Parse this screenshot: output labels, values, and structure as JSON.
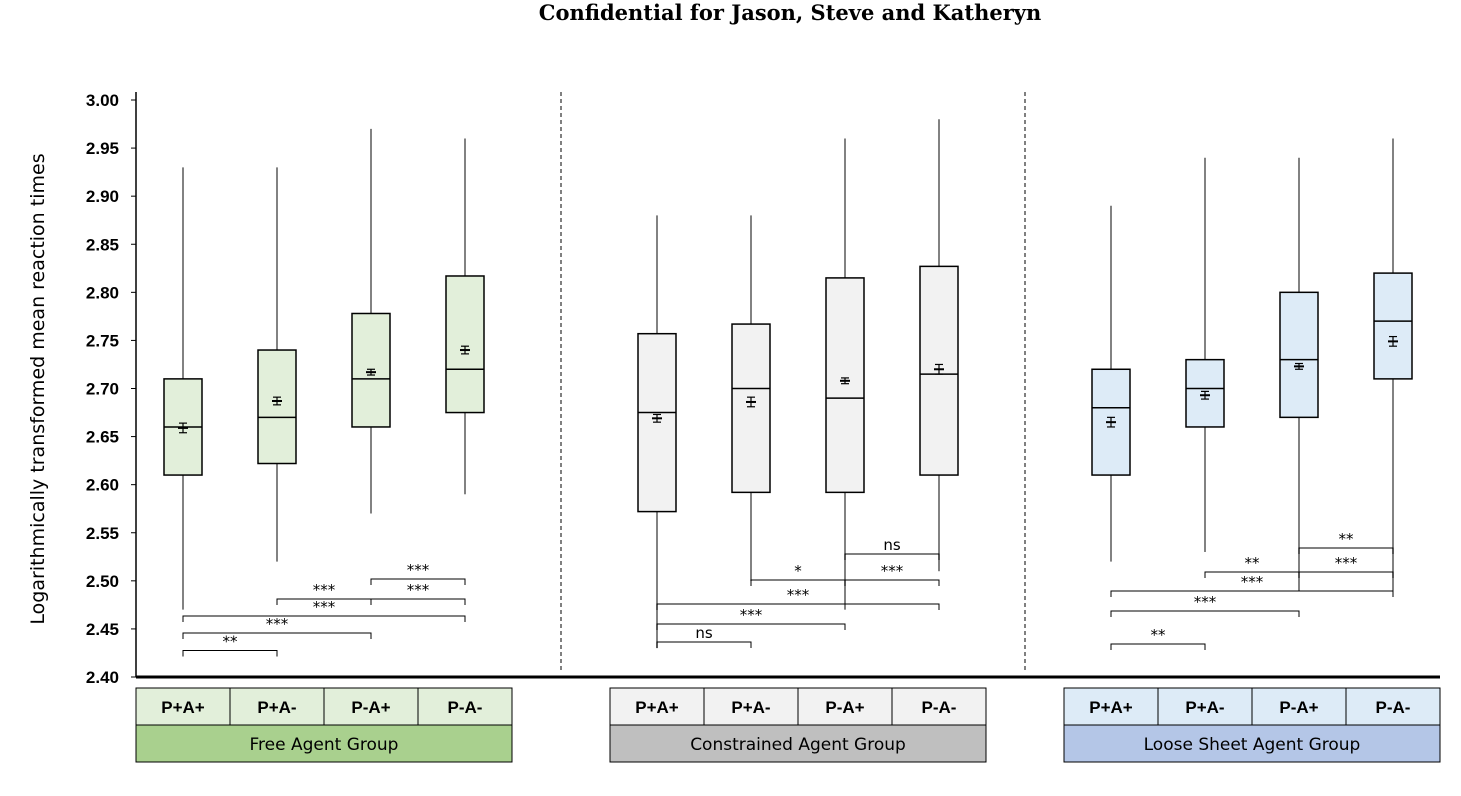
{
  "chart_data": {
    "type": "boxplot",
    "title": "Confidential for Jason, Steve and Katheryn",
    "ylabel": "Logarithmically transformed mean reaction times",
    "ylim": [
      2.4,
      3.0
    ],
    "yticks": [
      "2.40",
      "2.45",
      "2.50",
      "2.55",
      "2.60",
      "2.65",
      "2.70",
      "2.75",
      "2.80",
      "2.85",
      "2.90",
      "2.95",
      "3.00"
    ],
    "grid": false,
    "groups": [
      {
        "name": "Free Agent Group",
        "fill": "#e2efda",
        "label_fill": "#a9d08e",
        "conditions": [
          {
            "label": "P+A+",
            "min": 2.47,
            "q1": 2.61,
            "median": 2.66,
            "q3": 2.71,
            "max": 2.93,
            "mean": 2.659,
            "mean_err": 0.005
          },
          {
            "label": "P+A-",
            "min": 2.52,
            "q1": 2.622,
            "median": 2.67,
            "q3": 2.74,
            "max": 2.93,
            "mean": 2.687,
            "mean_err": 0.004
          },
          {
            "label": "P-A+",
            "min": 2.57,
            "q1": 2.66,
            "median": 2.71,
            "q3": 2.778,
            "max": 2.97,
            "mean": 2.717,
            "mean_err": 0.003
          },
          {
            "label": "P-A-",
            "min": 2.59,
            "q1": 2.675,
            "median": 2.72,
            "q3": 2.817,
            "max": 2.96,
            "mean": 2.74,
            "mean_err": 0.004
          }
        ],
        "comparisons": [
          {
            "from": 0,
            "to": 1,
            "text": "**",
            "level": 145.5
          },
          {
            "from": 0,
            "to": 2,
            "text": "***",
            "level": 163
          },
          {
            "from": 0,
            "to": 3,
            "text": "***",
            "level": 180
          },
          {
            "from": 1,
            "to": 2,
            "text": "***",
            "level": 197
          },
          {
            "from": 2,
            "to": 3,
            "text": "***",
            "level": 197
          },
          {
            "from": 2,
            "to": 3,
            "text": "***",
            "level": 217
          }
        ]
      },
      {
        "name": "Constrained Agent Group",
        "fill": "#f2f2f2",
        "label_fill": "#bfbfbf",
        "conditions": [
          {
            "label": "P+A+",
            "min": 2.43,
            "q1": 2.572,
            "median": 2.675,
            "q3": 2.757,
            "max": 2.88,
            "mean": 2.669,
            "mean_err": 0.004
          },
          {
            "label": "P+A-",
            "min": 2.5,
            "q1": 2.592,
            "median": 2.7,
            "q3": 2.767,
            "max": 2.88,
            "mean": 2.686,
            "mean_err": 0.005
          },
          {
            "label": "P-A+",
            "min": 2.47,
            "q1": 2.592,
            "median": 2.69,
            "q3": 2.815,
            "max": 2.96,
            "mean": 2.708,
            "mean_err": 0.003
          },
          {
            "label": "P-A-",
            "min": 2.51,
            "q1": 2.61,
            "median": 2.715,
            "q3": 2.827,
            "max": 2.98,
            "mean": 2.72,
            "mean_err": 0.005
          }
        ],
        "comparisons": [
          {
            "from": 0,
            "to": 1,
            "text": "ns",
            "level": 154
          },
          {
            "from": 0,
            "to": 2,
            "text": "***",
            "level": 172
          },
          {
            "from": 0,
            "to": 3,
            "text": "***",
            "level": 192
          },
          {
            "from": 1,
            "to": 2,
            "text": "*",
            "level": 216
          },
          {
            "from": 2,
            "to": 3,
            "text": "***",
            "level": 216
          },
          {
            "from": 2,
            "to": 3,
            "text": "ns",
            "level": 242
          }
        ]
      },
      {
        "name": "Loose Sheet Agent Group",
        "fill": "#ddebf7",
        "label_fill": "#b4c6e7",
        "conditions": [
          {
            "label": "P+A+",
            "min": 2.52,
            "q1": 2.61,
            "median": 2.68,
            "q3": 2.72,
            "max": 2.89,
            "mean": 2.665,
            "mean_err": 0.005
          },
          {
            "label": "P+A-",
            "min": 2.53,
            "q1": 2.66,
            "median": 2.7,
            "q3": 2.73,
            "max": 2.94,
            "mean": 2.693,
            "mean_err": 0.004
          },
          {
            "label": "P-A+",
            "min": 2.49,
            "q1": 2.67,
            "median": 2.73,
            "q3": 2.8,
            "max": 2.94,
            "mean": 2.723,
            "mean_err": 0.003
          },
          {
            "label": "P-A-",
            "min": 2.49,
            "q1": 2.71,
            "median": 2.77,
            "q3": 2.82,
            "max": 2.96,
            "mean": 2.749,
            "mean_err": 0.005
          }
        ],
        "comparisons": [
          {
            "from": 0,
            "to": 1,
            "text": "**",
            "level": 152
          },
          {
            "from": 0,
            "to": 2,
            "text": "***",
            "level": 185
          },
          {
            "from": 0,
            "to": 3,
            "text": "***",
            "level": 205
          },
          {
            "from": 1,
            "to": 2,
            "text": "**",
            "level": 224
          },
          {
            "from": 2,
            "to": 3,
            "text": "***",
            "level": 224
          },
          {
            "from": 2,
            "to": 3,
            "text": "**",
            "level": 248
          }
        ]
      }
    ]
  }
}
